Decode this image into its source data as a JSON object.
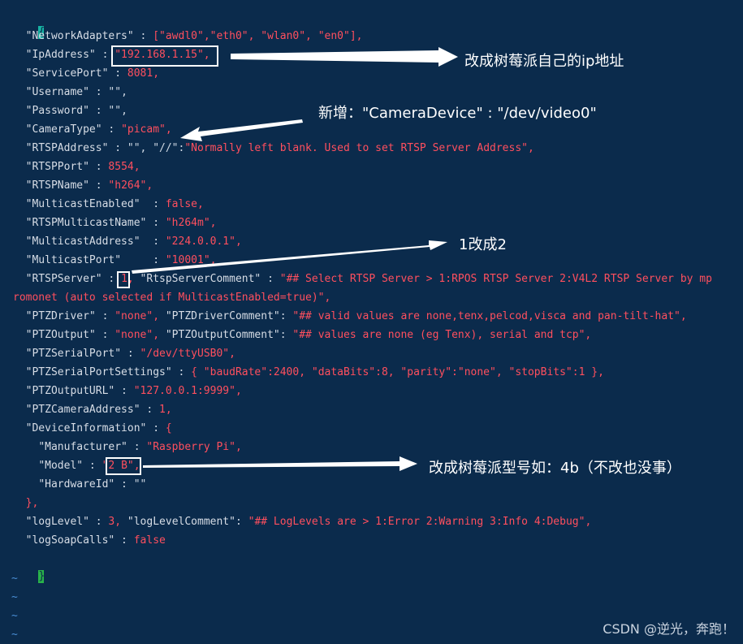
{
  "lines": {
    "open": "{",
    "l1_key": "\"NetworkAdapters\"",
    "l1_val": "[\"awdl0\",\"eth0\", \"wlan0\", \"en0\"],",
    "l2_key": "\"IpAddress\"",
    "l2_val": "\"192.168.1.15\",",
    "l3_key": "\"ServicePort\"",
    "l3_val": "8081,",
    "l4_key": "\"Username\"",
    "l4_val": "\"\",",
    "l5_key": "\"Password\"",
    "l5_val": "\"\",",
    "l6_key": "\"CameraType\"",
    "l6_val": "\"picam\",",
    "l7_key": "\"RTSPAddress\"",
    "l7_val": "\"\", \"//\":",
    "l7_comment": "\"Normally left blank. Used to set RTSP Server Address\",",
    "l8_key": "\"RTSPPort\"",
    "l8_val": "8554,",
    "l9_key": "\"RTSPName\"",
    "l9_val": "\"h264\",",
    "l10_key": "\"MulticastEnabled\"",
    "l10_val": "false,",
    "l11_key": "\"RTSPMulticastName\"",
    "l11_val": "\"h264m\",",
    "l12_key": "\"MulticastAddress\"",
    "l12_val": "\"224.0.0.1\",",
    "l13_key": "\"MulticastPort\"",
    "l13_val": "\"10001\",",
    "l14_key": "\"RTSPServer\"",
    "l14_val": "1,",
    "l14_key2": "\"RtspServerComment\"",
    "l14_comment": "\"## Select RTSP Server > 1:RPOS RTSP Server 2:V4L2 RTSP Server by mp",
    "l14b_comment": "romonet (auto selected if MulticastEnabled=true)\",",
    "l15_key": "\"PTZDriver\"",
    "l15_val": "\"none\",",
    "l15_key2": "\"PTZDriverComment\"",
    "l15_comment": "\"## valid values are none,tenx,pelcod,visca and pan-tilt-hat\",",
    "l16_key": "\"PTZOutput\"",
    "l16_val": "\"none\",",
    "l16_key2": "\"PTZOutputComment\"",
    "l16_comment": "\"## values are none (eg Tenx), serial and tcp\",",
    "l17_key": "\"PTZSerialPort\"",
    "l17_val": "\"/dev/ttyUSB0\",",
    "l18_key": "\"PTZSerialPortSettings\"",
    "l18_val": "{ \"baudRate\":2400, \"dataBits\":8, \"parity\":\"none\", \"stopBits\":1 },",
    "l19_key": "\"PTZOutputURL\"",
    "l19_val": "\"127.0.0.1:9999\",",
    "l20_key": "\"PTZCameraAddress\"",
    "l20_val": "1,",
    "l21_key": "\"DeviceInformation\"",
    "l21_val": "{",
    "l22_key": "\"Manufacturer\"",
    "l22_val": "\"Raspberry Pi\",",
    "l23_key": "\"Model\"",
    "l23_val": "\"2 B\",",
    "l24_key": "\"HardwareId\"",
    "l24_val": "\"\"",
    "l25": "},",
    "l26_key": "\"logLevel\"",
    "l26_val": "3,",
    "l26_key2": "\"logLevelComment\"",
    "l26_comment": "\"## LogLevels are > 1:Error 2:Warning 3:Info 4:Debug\",",
    "l27_key": "\"logSoapCalls\"",
    "l27_val": "false",
    "close": "}"
  },
  "tilde": "~",
  "annotations": {
    "ip_note": "改成树莓派自己的ip地址",
    "camera_note": "新增：\"CameraDevice\" : \"/dev/video0\"",
    "rtsp_note": "1改成2",
    "model_note": "改成树莓派型号如：4b（不改也没事）"
  },
  "watermark": "CSDN @逆光，奔跑！",
  "colors": {
    "background": "#0b2b4c",
    "key": "#d7dde6",
    "value": "#ff4f5e",
    "tilde": "#4a8fd6",
    "annotation": "#ffffff"
  }
}
